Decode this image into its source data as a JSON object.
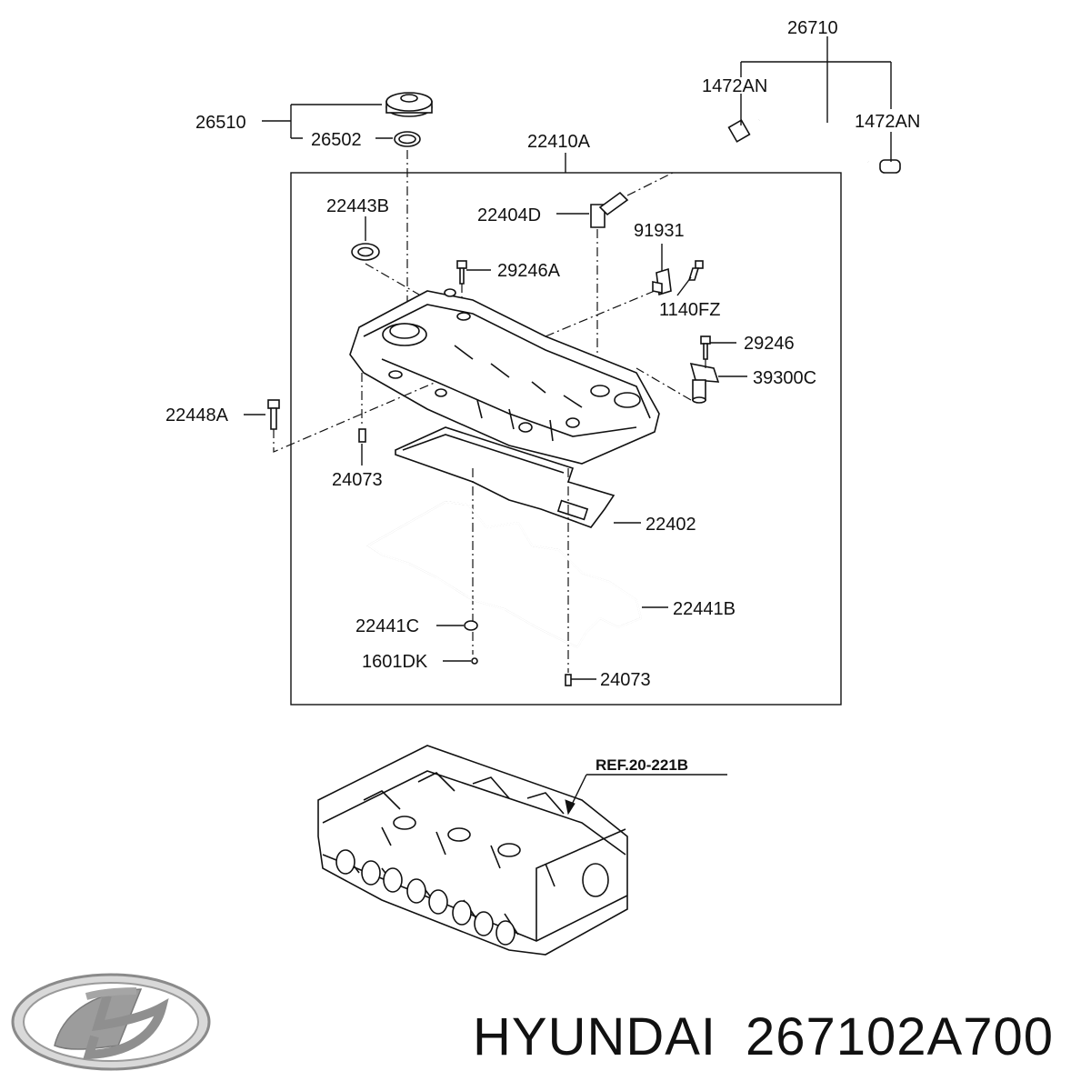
{
  "diagram": {
    "labels": {
      "l26710": "26710",
      "l1472an_left": "1472AN",
      "l1472an_right": "1472AN",
      "l26510": "26510",
      "l26502": "26502",
      "l22410a": "22410A",
      "l22443b": "22443B",
      "l22404d": "22404D",
      "l91931": "91931",
      "l29246a": "29246A",
      "l1140fz": "1140FZ",
      "l29246": "29246",
      "l39300c": "39300C",
      "l22448a": "22448A",
      "l24073_top": "24073",
      "l22402": "22402",
      "l22441b": "22441B",
      "l22441c": "22441C",
      "l1601dk": "1601DK",
      "l24073_bottom": "24073",
      "ref": "REF.20-221B"
    },
    "footer": {
      "brand": "HYUNDAI",
      "part_number": "267102A700"
    }
  }
}
